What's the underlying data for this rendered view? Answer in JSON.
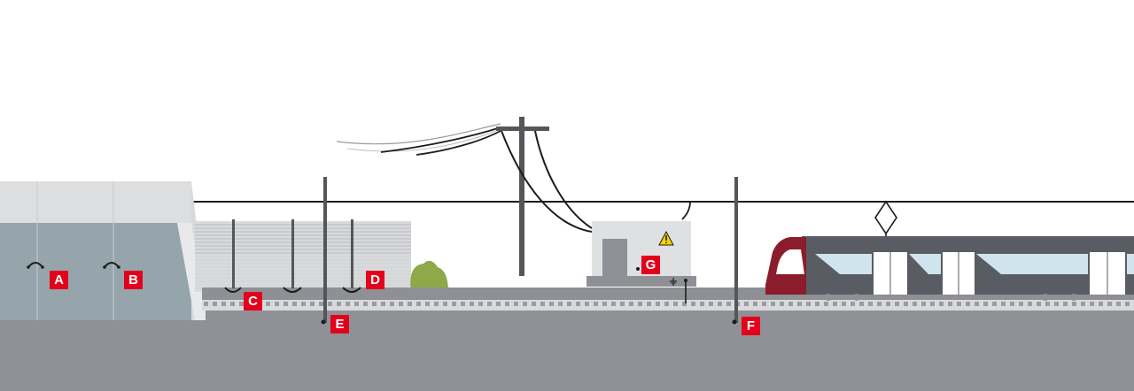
{
  "colors": {
    "marker": "#e3001b",
    "ground": "#8f9197",
    "tunnel_wall": "#95a5ab",
    "tunnel_top": "#dcdedf",
    "noise_wall": "#d9dadc",
    "platform": "#8e9096",
    "cable": "#1d1d1b",
    "pole": "#55565a",
    "tram_body": "#5a5c63",
    "tram_nose": "#8a1c2b",
    "bush": "#8ea84a",
    "warning": "#f6d200"
  },
  "icons": {
    "warning": "warning-triangle-icon",
    "earthing_clamp": "earthing-clamp-icon",
    "ground_symbol": "ground-symbol-icon"
  },
  "markers": {
    "a": "A",
    "b": "B",
    "c": "C",
    "d": "D",
    "e": "E",
    "f": "F",
    "g": "G"
  }
}
